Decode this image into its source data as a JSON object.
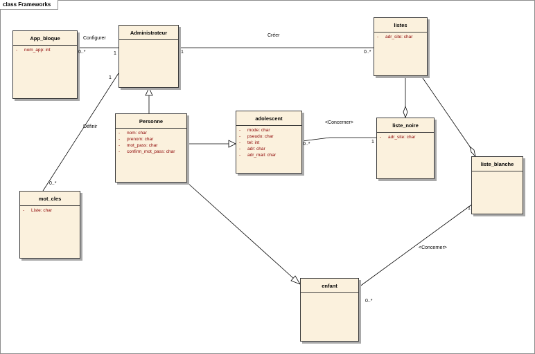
{
  "frame": {
    "title": "class Frameworks"
  },
  "classes": {
    "app_bloque": {
      "name": "App_bloque",
      "attributes": [
        {
          "vis": "-",
          "text": "nom_app: int"
        }
      ]
    },
    "administrateur": {
      "name": "Administrateur",
      "attributes": []
    },
    "listes": {
      "name": "listes",
      "attributes": [
        {
          "vis": "-",
          "text": "adr_site: char"
        }
      ]
    },
    "personne": {
      "name": "Personne",
      "attributes": [
        {
          "vis": "-",
          "text": "nom: char"
        },
        {
          "vis": "-",
          "text": "prenom: char"
        },
        {
          "vis": "-",
          "text": "mot_pass: char"
        },
        {
          "vis": "-",
          "text": "confirm_mot_pass: char"
        }
      ]
    },
    "adolescent": {
      "name": "adolescent",
      "attributes": [
        {
          "vis": "-",
          "text": "mode: char"
        },
        {
          "vis": "-",
          "text": "pseudo: char"
        },
        {
          "vis": "-",
          "text": "tel: int"
        },
        {
          "vis": "-",
          "text": "adr: char"
        },
        {
          "vis": "-",
          "text": "adr_mail: char"
        }
      ]
    },
    "liste_noire": {
      "name": "liste_noire",
      "attributes": [
        {
          "vis": "-",
          "text": "adr_site: char"
        }
      ]
    },
    "liste_blanche": {
      "name": "liste_blanche",
      "attributes": []
    },
    "mot_cles": {
      "name": "mot_cles",
      "attributes": [
        {
          "vis": "-",
          "text": "Liste: char"
        }
      ]
    },
    "enfant": {
      "name": "enfant",
      "attributes": []
    }
  },
  "associations": {
    "configurer": {
      "name": "Configurer",
      "mult_source": "0..*",
      "mult_target": "1"
    },
    "creer": {
      "name": "Créer",
      "mult_source": "1",
      "mult_target": "0..*"
    },
    "definir": {
      "name": "Définir",
      "mult_source": "1",
      "mult_target": "0..*"
    },
    "concerner_noire": {
      "name": "<Concerner>",
      "mult_source": "0..*",
      "mult_target": "1"
    },
    "concerner_blanche": {
      "name": "<Concerner>",
      "mult_source": "1",
      "mult_target": "0..*"
    }
  },
  "colors": {
    "class_fill": "#fbf1dd",
    "attribute_text": "#8b0000",
    "border": "#3a3a3a"
  }
}
